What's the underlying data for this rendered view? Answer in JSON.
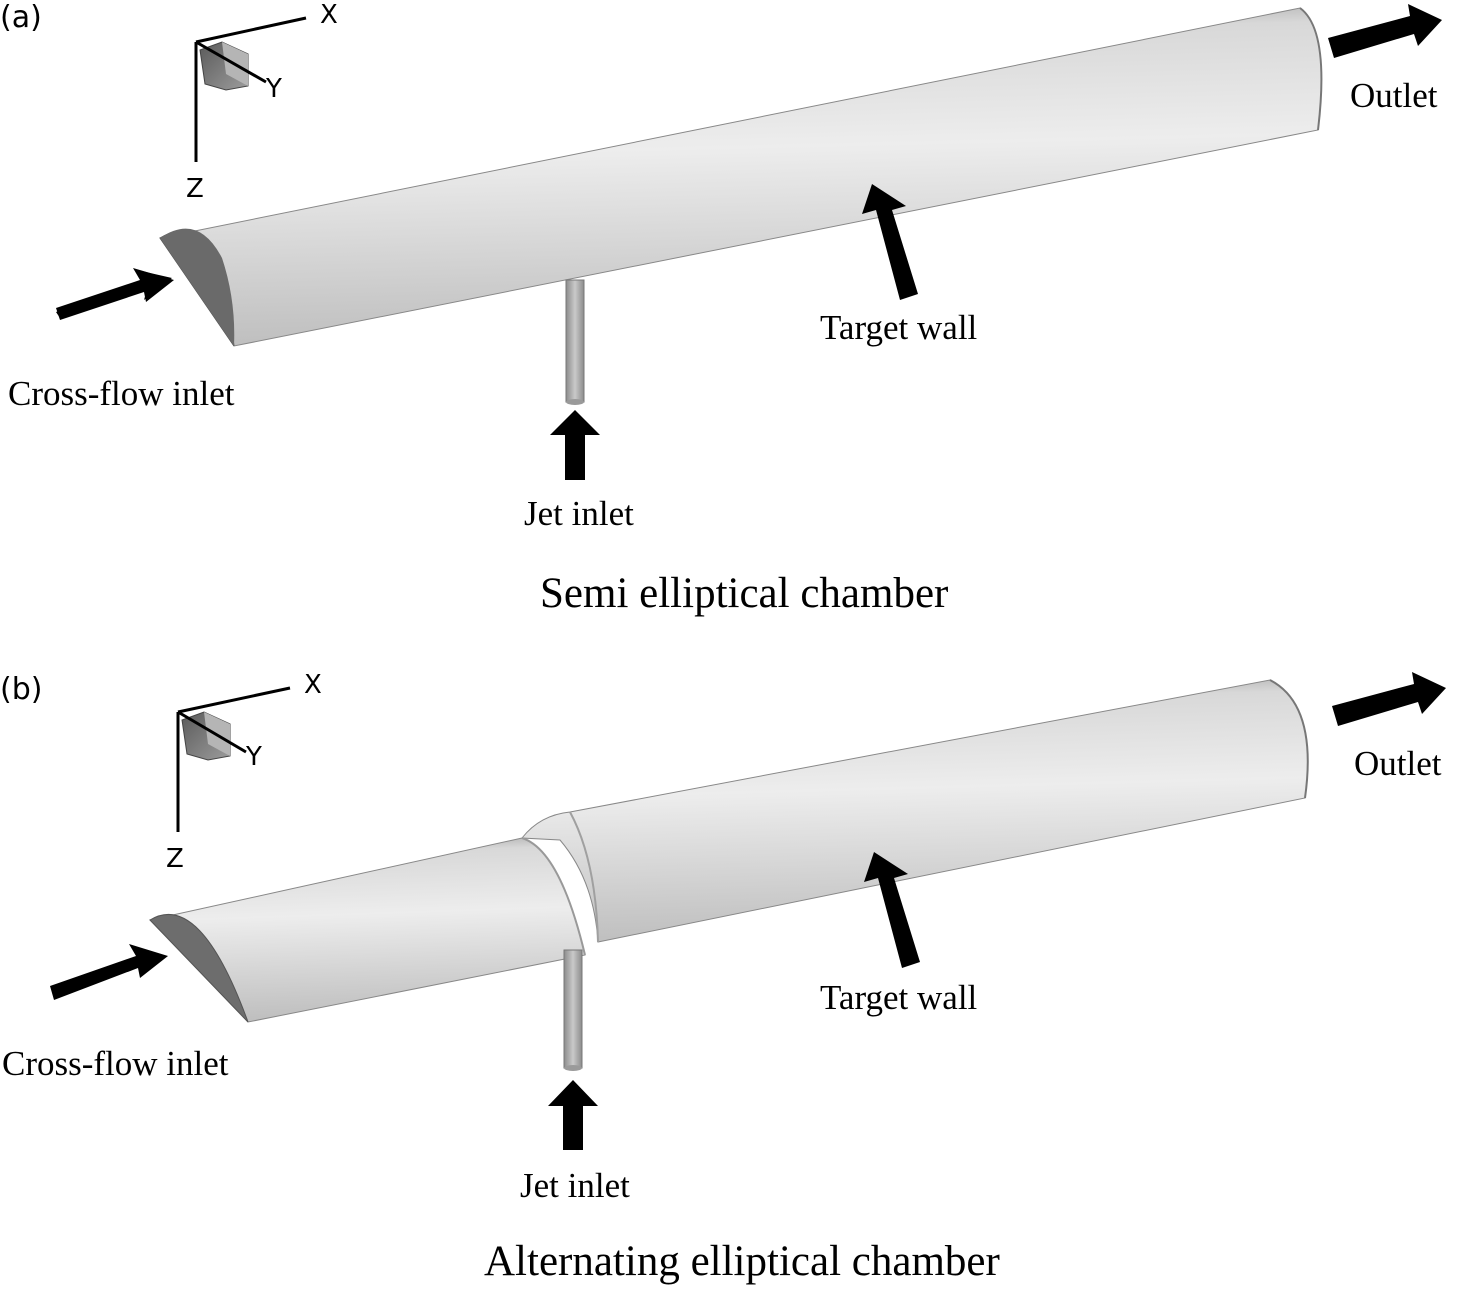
{
  "panels": [
    {
      "id": "a",
      "label": "(a)",
      "axes": {
        "x": "X",
        "y": "Y",
        "z": "Z"
      },
      "labels": {
        "crossflow_inlet": "Cross-flow inlet",
        "jet_inlet": "Jet inlet",
        "target_wall": "Target wall",
        "outlet": "Outlet"
      },
      "caption": "Semi elliptical chamber"
    },
    {
      "id": "b",
      "label": "(b)",
      "axes": {
        "x": "X",
        "y": "Y",
        "z": "Z"
      },
      "labels": {
        "crossflow_inlet": "Cross-flow inlet",
        "jet_inlet": "Jet inlet",
        "target_wall": "Target wall",
        "outlet": "Outlet"
      },
      "caption": "Alternating elliptical chamber"
    }
  ],
  "colors": {
    "arrow": "#000000",
    "body_light": "#e6e6e6",
    "body_mid": "#c4c4c4",
    "end_face": "#6b6b6b",
    "jet_tube": "#a8a8a8"
  }
}
